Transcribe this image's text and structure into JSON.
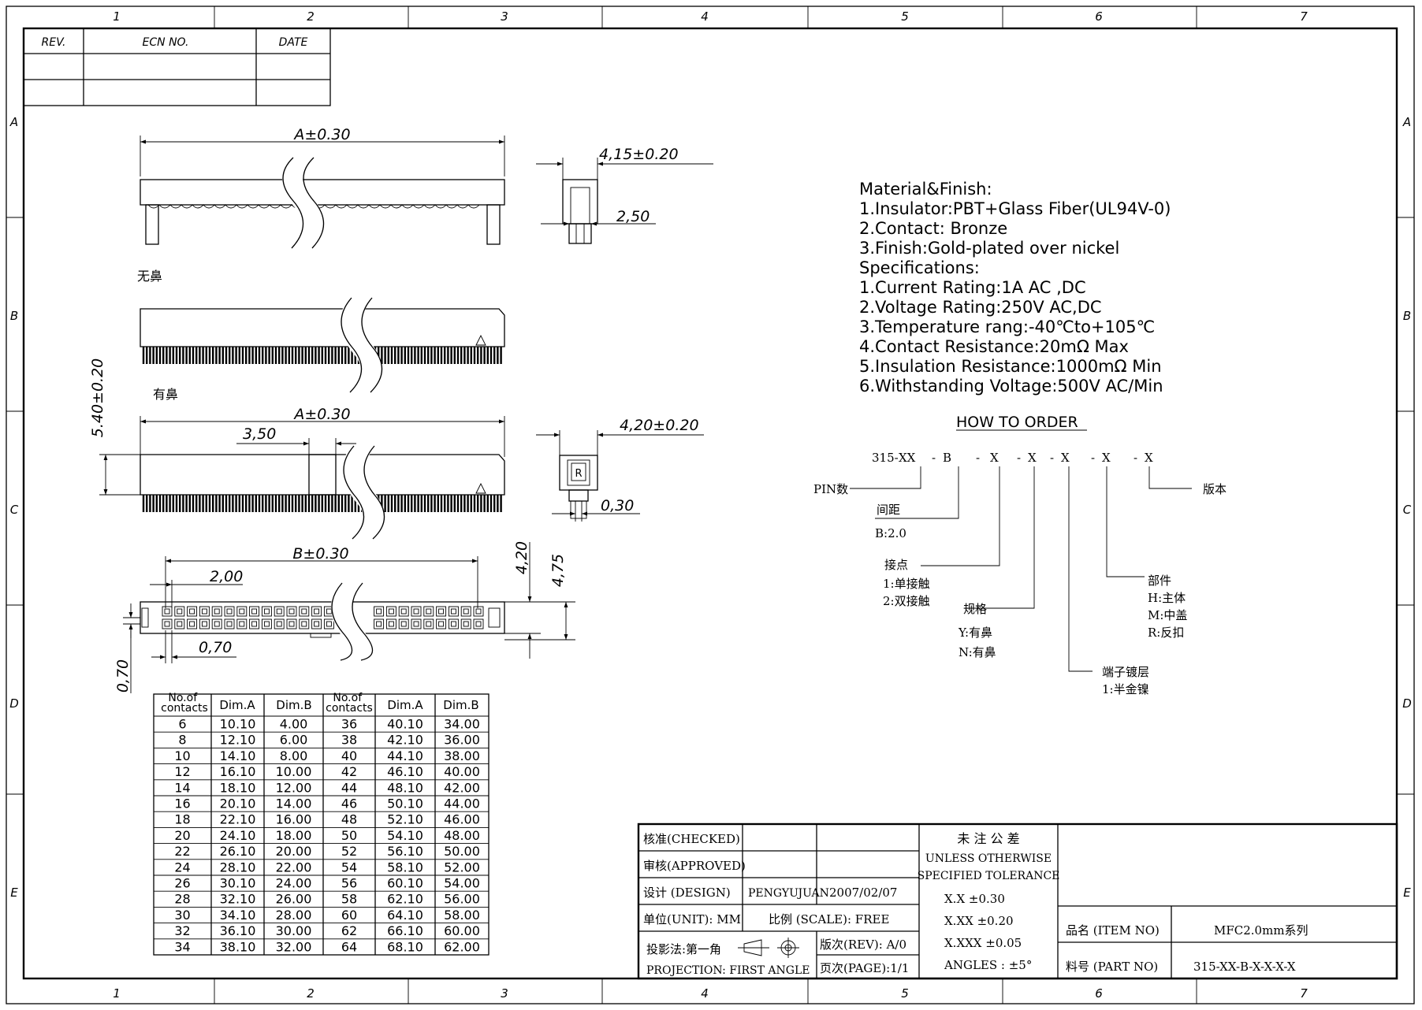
{
  "frame": {
    "col_labels": [
      "1",
      "2",
      "3",
      "4",
      "5",
      "6",
      "7"
    ],
    "row_labels": [
      "A",
      "B",
      "C",
      "D",
      "E"
    ]
  },
  "revision_block": {
    "headers": [
      "REV.",
      "ECN NO.",
      "DATE"
    ]
  },
  "drawing": {
    "label_no_nose": "无鼻",
    "label_with_nose": "有鼻",
    "dims": {
      "a1": "A±0.30",
      "a2": "A±0.30",
      "b": "B±0.30",
      "d415": "4,15±0.20",
      "d250": "2,50",
      "d420w": "4,20±0.20",
      "d030": "0,30",
      "d540": "5.40±0.20",
      "d350": "3,50",
      "d200": "2,00",
      "d070a": "0,70",
      "d070b": "0,70",
      "d420": "4,20",
      "d475": "4,75"
    }
  },
  "specs": {
    "lines": [
      "Material&Finish:",
      "1.Insulator:PBT+Glass Fiber(UL94V-0)",
      "2.Contact:  Bronze",
      "3.Finish:Gold-plated over nickel",
      "Specifications:",
      "1.Current Rating:1A AC ,DC",
      "2.Voltage Rating:250V AC,DC",
      "3.Temperature rang:-40℃to+105℃",
      "4.Contact Resistance:20mΩ Max",
      "5.Insulation Resistance:1000mΩ Min",
      "6.Withstanding Voltage:500V AC/Min"
    ]
  },
  "order": {
    "title": "HOW TO ORDER",
    "code_parts": [
      "315-",
      "XX",
      "-",
      "B",
      "-",
      "X",
      "-",
      "X",
      "-",
      "X",
      "-",
      "X",
      "-",
      "X"
    ],
    "pin": "PIN数",
    "pitch": "间距",
    "pitch_val": "B:2.0",
    "contact": "接点",
    "contact_1": "1:单接触",
    "contact_2": "2:双接触",
    "spec": "规格",
    "spec_y": "Y:有鼻",
    "spec_n": "N:有鼻",
    "plating": "端子镀层",
    "plating_1": "1:半金镍",
    "part": "部件",
    "part_h": "H:主体",
    "part_m": "M:中盖",
    "part_r": "R:反扣",
    "version": "版本"
  },
  "dim_table": {
    "headers": [
      "No.of contacts",
      "Dim.A",
      "Dim.B",
      "No.of contacts",
      "Dim.A",
      "Dim.B"
    ],
    "rows": [
      [
        "6",
        "10.10",
        "4.00",
        "36",
        "40.10",
        "34.00"
      ],
      [
        "8",
        "12.10",
        "6.00",
        "38",
        "42.10",
        "36.00"
      ],
      [
        "10",
        "14.10",
        "8.00",
        "40",
        "44.10",
        "38.00"
      ],
      [
        "12",
        "16.10",
        "10.00",
        "42",
        "46.10",
        "40.00"
      ],
      [
        "14",
        "18.10",
        "12.00",
        "44",
        "48.10",
        "42.00"
      ],
      [
        "16",
        "20.10",
        "14.00",
        "46",
        "50.10",
        "44.00"
      ],
      [
        "18",
        "22.10",
        "16.00",
        "48",
        "52.10",
        "46.00"
      ],
      [
        "20",
        "24.10",
        "18.00",
        "50",
        "54.10",
        "48.00"
      ],
      [
        "22",
        "26.10",
        "20.00",
        "52",
        "56.10",
        "50.00"
      ],
      [
        "24",
        "28.10",
        "22.00",
        "54",
        "58.10",
        "52.00"
      ],
      [
        "26",
        "30.10",
        "24.00",
        "56",
        "60.10",
        "54.00"
      ],
      [
        "28",
        "32.10",
        "26.00",
        "58",
        "62.10",
        "56.00"
      ],
      [
        "30",
        "34.10",
        "28.00",
        "60",
        "64.10",
        "58.00"
      ],
      [
        "32",
        "36.10",
        "30.00",
        "62",
        "66.10",
        "60.00"
      ],
      [
        "34",
        "38.10",
        "32.00",
        "64",
        "68.10",
        "62.00"
      ]
    ]
  },
  "title_block": {
    "checked": "核准(CHECKED)",
    "approved": "审核(APPROVED)",
    "design": "设计 (DESIGN)",
    "designer": "PENGYUJUAN",
    "date": "2007/02/07",
    "unit": "单位(UNIT): MM",
    "scale": "比例 (SCALE): FREE",
    "projection_cn": "投影法:第一角",
    "projection_en": "PROJECTION:  FIRST ANGLE",
    "rev": "版次(REV): A/0",
    "page": "页次(PAGE):1/1",
    "tol_title": "未 注 公 差",
    "tol_1": "UNLESS OTHERWISE",
    "tol_2": "SPECIFIED TOLERANCE",
    "tol_x": "X.X   ±0.30",
    "tol_xx": "X.XX   ±0.20",
    "tol_xxx": "X.XXX   ±0.05",
    "tol_ang": "ANGLES : ±5°",
    "item_label": "品名 (ITEM NO)",
    "item_value": "MFC2.0mm系列",
    "part_label": "料号 (PART NO)",
    "part_value": "315-XX-B-X-X-X-X"
  }
}
